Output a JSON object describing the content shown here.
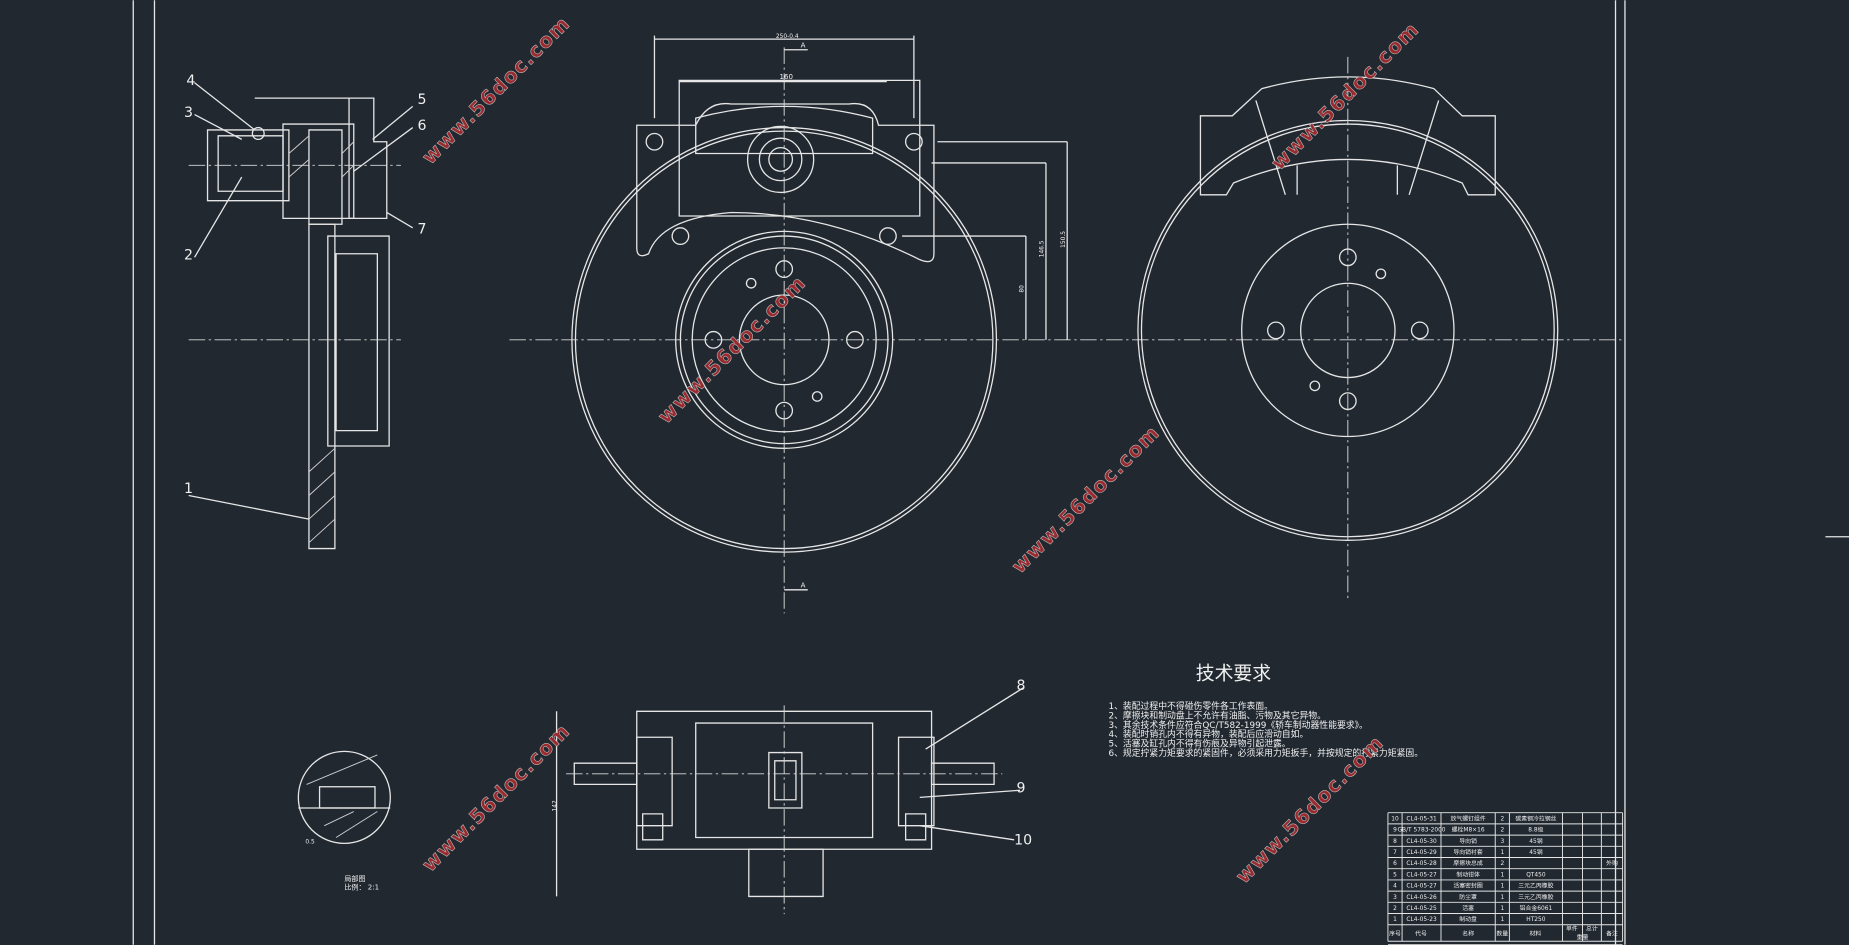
{
  "drawing": {
    "balloons": [
      "1",
      "2",
      "3",
      "4",
      "5",
      "6",
      "7",
      "8",
      "9",
      "10"
    ],
    "dimensions": {
      "overall_width": "250-0.4",
      "pad_width": "160",
      "height1": "80",
      "height2": "146.5",
      "height3": "150.5",
      "section_label": "A",
      "bottom_width": "142"
    },
    "detail_note": {
      "title": "局部图",
      "scale": "比例： 2:1",
      "dim": "0.5"
    },
    "watermark": "www.56doc.com"
  },
  "tech_requirements": {
    "title": "技术要求",
    "items": [
      "1、装配过程中不得碰伤零件各工作表面。",
      "2、摩擦块和制动盘上不允许有油脂、污物及其它异物。",
      "3、其余技术条件应符合QC/T582-1999《轿车制动器性能要求》。",
      "4、装配时销孔内不得有异物，装配后应滑动自如。",
      "5、活塞及缸孔内不得有伤痕及异物引起泄露。",
      "6、规定拧紧力矩要求的紧固件，必须采用力矩扳手，并按规定的拧紧力矩紧固。"
    ]
  },
  "bom": {
    "headers": [
      "序号",
      "代号",
      "名称",
      "数量",
      "材料",
      "单件",
      "总计",
      "重量",
      "备注"
    ],
    "rows": [
      [
        "10",
        "CL4-05-31",
        "放气螺钉组件",
        "2",
        "碳素钢冷拉钢丝",
        "",
        "",
        ""
      ],
      [
        "9",
        "GB/T 5783-2000",
        "螺栓M8×16",
        "2",
        "8.8级",
        "",
        "",
        ""
      ],
      [
        "8",
        "CL4-05-30",
        "导向销",
        "3",
        "45钢",
        "",
        "",
        ""
      ],
      [
        "7",
        "CL4-05-29",
        "导向销衬套",
        "1",
        "45钢",
        "",
        "",
        ""
      ],
      [
        "6",
        "CL4-05-28",
        "摩擦块总成",
        "2",
        "",
        "",
        "",
        "外购"
      ],
      [
        "5",
        "CL4-05-27",
        "制动钳体",
        "1",
        "QT450",
        "",
        "",
        ""
      ],
      [
        "4",
        "CL4-05-27",
        "活塞密封圈",
        "1",
        "三元乙丙橡胶",
        "",
        "",
        ""
      ],
      [
        "3",
        "CL4-05-26",
        "防尘罩",
        "1",
        "三元乙丙橡胶",
        "",
        "",
        ""
      ],
      [
        "2",
        "CL4-05-25",
        "活塞",
        "1",
        "铝合金6061",
        "",
        "",
        ""
      ],
      [
        "1",
        "CL4-05-23",
        "制动盘",
        "1",
        "HT250",
        "",
        "",
        ""
      ]
    ]
  }
}
